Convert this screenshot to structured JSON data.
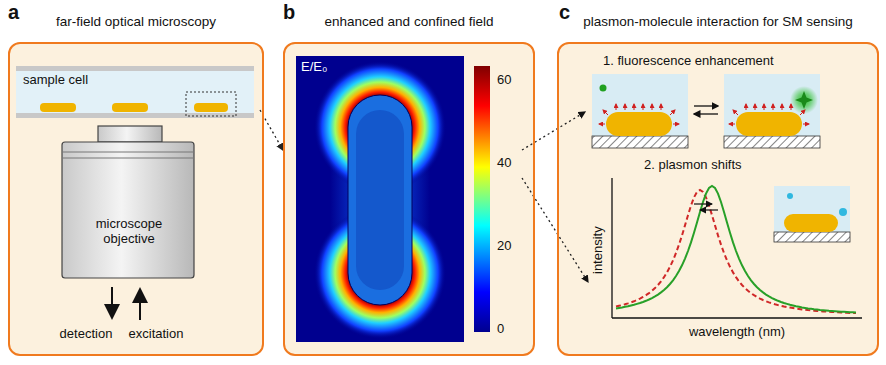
{
  "diagram": {
    "nodes": [
      {
        "text": [
          "far-field optical microscopy"
        ]
      },
      {
        "text": [
          "sample cell"
        ],
        "in": 0
      },
      {
        "text": [
          "microscope objective"
        ],
        "in": 0
      },
      {
        "text": [
          "enhanced and confined field"
        ]
      },
      {
        "text": [
          "plasmon-molecule interaction for SM sensing"
        ]
      }
    ],
    "edges": [
      {
        "from": 1,
        "to": 3,
        "arrow": "to"
      }
    ],
    "labels": [
      "a",
      "detection",
      "excitation",
      "b",
      "E/E₀",
      "60",
      "40",
      "20",
      "0",
      "c",
      "1. fluorescence enhancement",
      "2. plasmon shifts",
      "intensity",
      "wavelength (nm)"
    ]
  }
}
